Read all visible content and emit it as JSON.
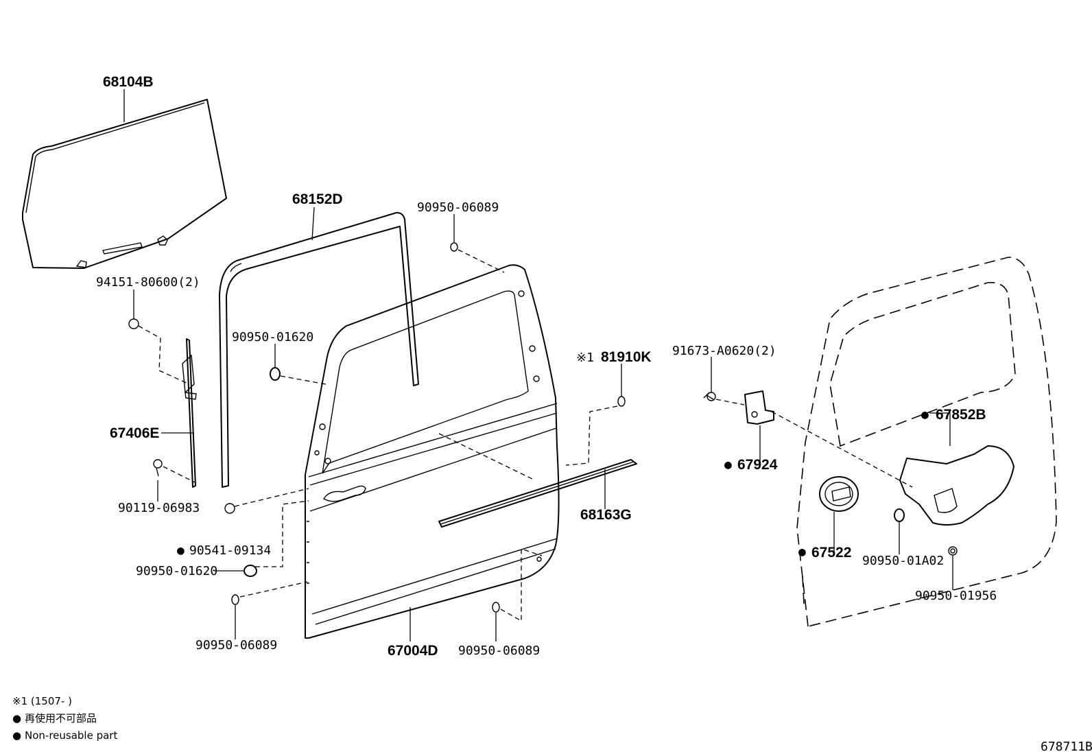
{
  "diagram": {
    "callouts": {
      "p68104B": "68104B",
      "p68152D": "68152D",
      "p90950_06089_top": "90950-06089",
      "p94151_80600": "94151-80600(2)",
      "p90950_01620_upper": "90950-01620",
      "p81910K_prefix": "※1",
      "p81910K": "81910K",
      "p91673_A0620": "91673-A0620(2)",
      "p67852B": "67852B",
      "p67406E": "67406E",
      "p67924": "67924",
      "p90119_06983": "90119-06983",
      "p68163G": "68163G",
      "p90541_09134": "90541-09134",
      "p67522": "67522",
      "p90950_01A02": "90950-01A02",
      "p90950_01620_lower": "90950-01620",
      "p90950_01956": "90950-01956",
      "p90950_06089_left": "90950-06089",
      "p67004D": "67004D",
      "p90950_06089_bottom": "90950-06089"
    },
    "non_reusable_marker": "●",
    "legend": {
      "note1": "※1 (1507-        )",
      "line_jp": "再使用不可部品",
      "line_en": "Non-reusable part"
    },
    "figure_id": "678711B"
  }
}
